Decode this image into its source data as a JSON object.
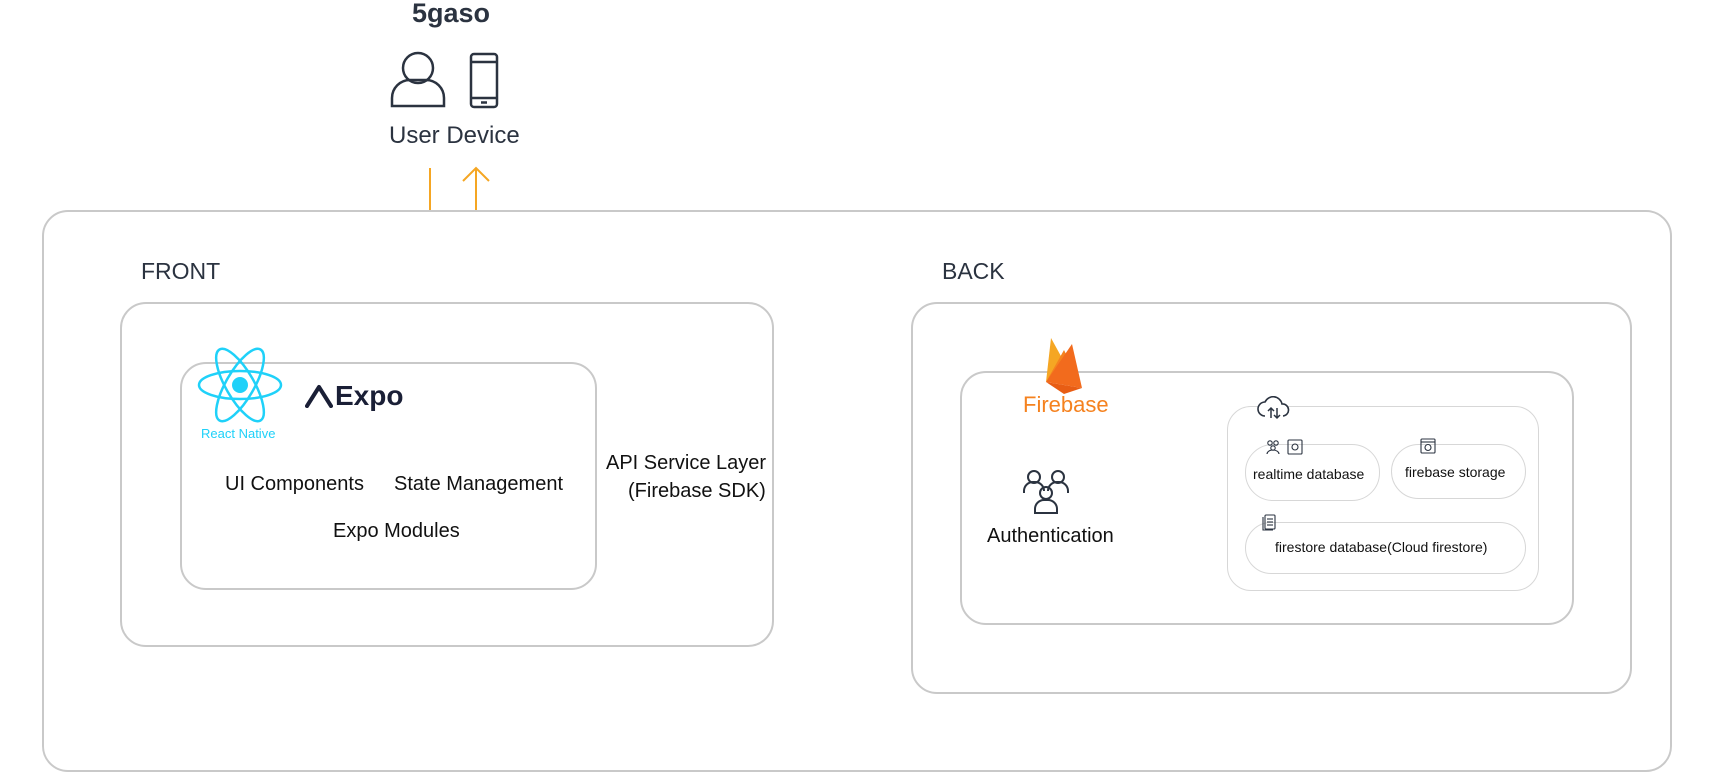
{
  "title": "5gaso",
  "user": {
    "label": "User Device",
    "icons": [
      "user-icon",
      "phone-icon"
    ]
  },
  "front": {
    "label": "FRONT",
    "react_native": "React Native",
    "expo": "Expo",
    "items": [
      "UI Components",
      "State Management",
      "Expo Modules"
    ],
    "api_layer": [
      "API Service Layer",
      "(Firebase SDK)"
    ]
  },
  "back": {
    "label": "BACK",
    "firebase": "Firebase",
    "auth": "Authentication",
    "realtime": "realtime database",
    "storage": "firebase storage",
    "firestore": "firestore database(Cloud firestore)"
  },
  "colors": {
    "arrow": "#f5a623",
    "react": "#1fd1f9",
    "firebase": "#f5821f",
    "border": "#c9c9c9",
    "icon": "#2b3340"
  }
}
